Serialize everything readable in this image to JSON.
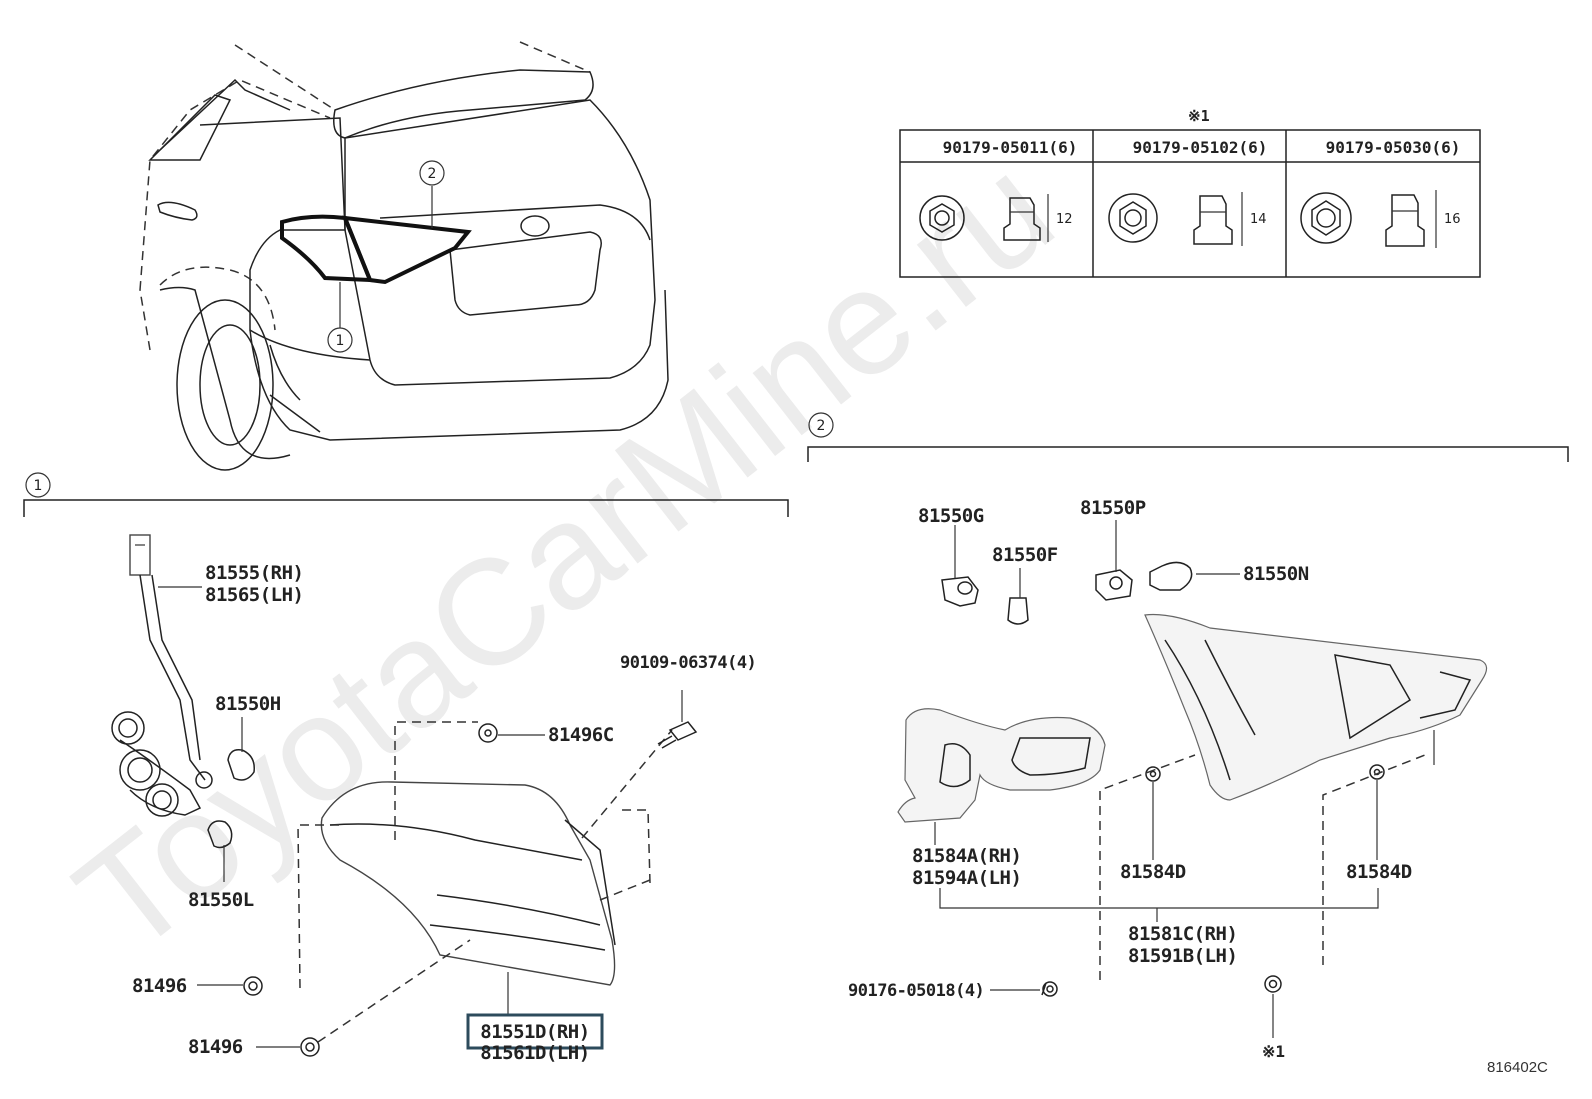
{
  "watermark": "ToyotaCarMine.ru",
  "diagram_code": "816402C",
  "callouts": {
    "one": "1",
    "two": "2"
  },
  "fastener_table": {
    "note_mark": "※1",
    "columns": [
      {
        "part": "90179-05011(6)",
        "size": "12"
      },
      {
        "part": "90179-05102(6)",
        "size": "14"
      },
      {
        "part": "90179-05030(6)",
        "size": "16"
      }
    ]
  },
  "section1": {
    "socket_wire_rh": "81555(RH)",
    "socket_wire_lh": "81565(LH)",
    "bulb_h": "81550H",
    "bulb_l": "81550L",
    "bolt": "90109-06374(4)",
    "clip_c": "81496C",
    "nut_upper": "81496",
    "nut_lower": "81496",
    "lamp_rh": "81551D(RH)",
    "lamp_lh": "81561D(LH)"
  },
  "section2": {
    "socket_g": "81550G",
    "bulb_f": "81550F",
    "socket_p": "81550P",
    "bulb_n": "81550N",
    "gasket_rh": "81584A(RH)",
    "gasket_lh": "81594A(LH)",
    "clip_d_left": "81584D",
    "clip_d_right": "81584D",
    "lamp_rh": "81581C(RH)",
    "lamp_lh": "81591B(LH)",
    "nut": "90176-05018(4)",
    "note_ref": "※1"
  }
}
